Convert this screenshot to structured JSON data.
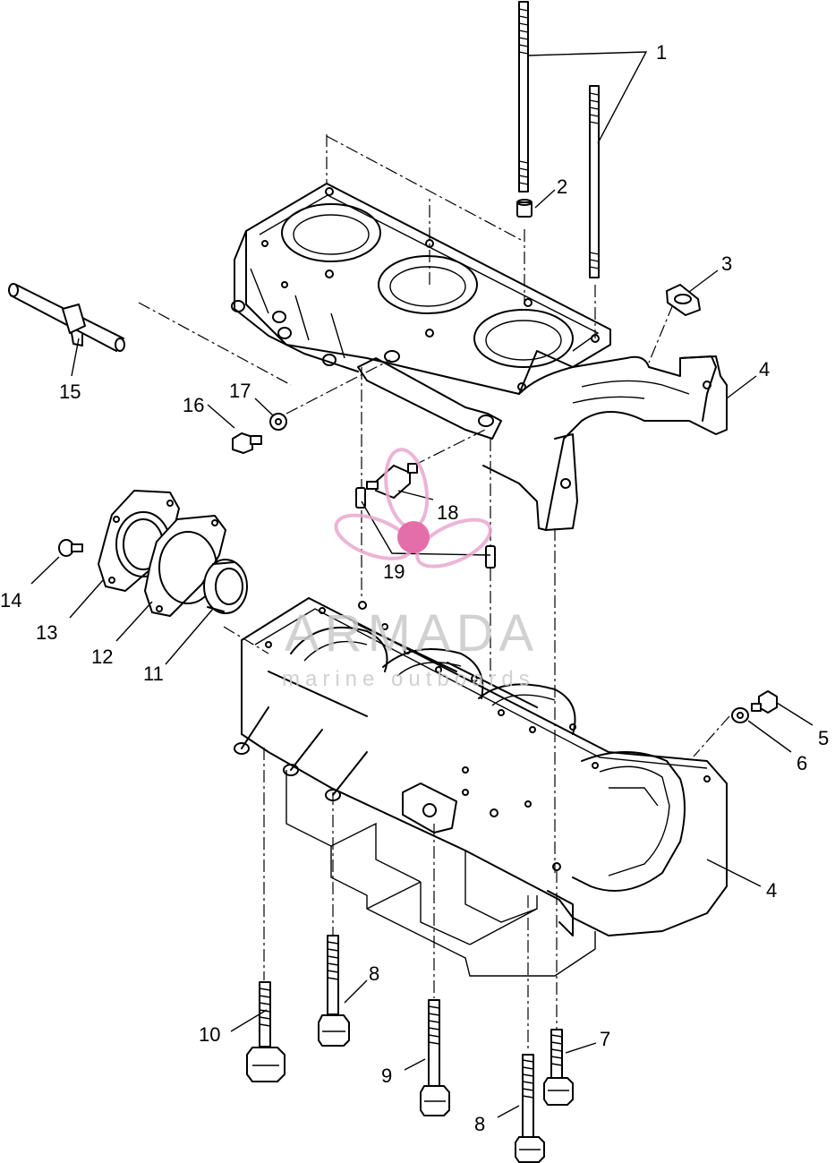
{
  "watermark": {
    "title": "ARMADA",
    "subtitle": "marine outboards",
    "logo_color": "#e9a8cf",
    "logo_center_color": "#e0559c"
  },
  "callouts": [
    {
      "id": "c1",
      "label": "1"
    },
    {
      "id": "c2",
      "label": "2"
    },
    {
      "id": "c3",
      "label": "3"
    },
    {
      "id": "c4a",
      "label": "4"
    },
    {
      "id": "c4b",
      "label": "4"
    },
    {
      "id": "c5",
      "label": "5"
    },
    {
      "id": "c6",
      "label": "6"
    },
    {
      "id": "c7",
      "label": "7"
    },
    {
      "id": "c8a",
      "label": "8"
    },
    {
      "id": "c8b",
      "label": "8"
    },
    {
      "id": "c9",
      "label": "9"
    },
    {
      "id": "c10",
      "label": "10"
    },
    {
      "id": "c11",
      "label": "11"
    },
    {
      "id": "c12",
      "label": "12"
    },
    {
      "id": "c13",
      "label": "13"
    },
    {
      "id": "c14",
      "label": "14"
    },
    {
      "id": "c15",
      "label": "15"
    },
    {
      "id": "c16",
      "label": "16"
    },
    {
      "id": "c17",
      "label": "17"
    },
    {
      "id": "c18",
      "label": "18"
    },
    {
      "id": "c19",
      "label": "19"
    }
  ]
}
